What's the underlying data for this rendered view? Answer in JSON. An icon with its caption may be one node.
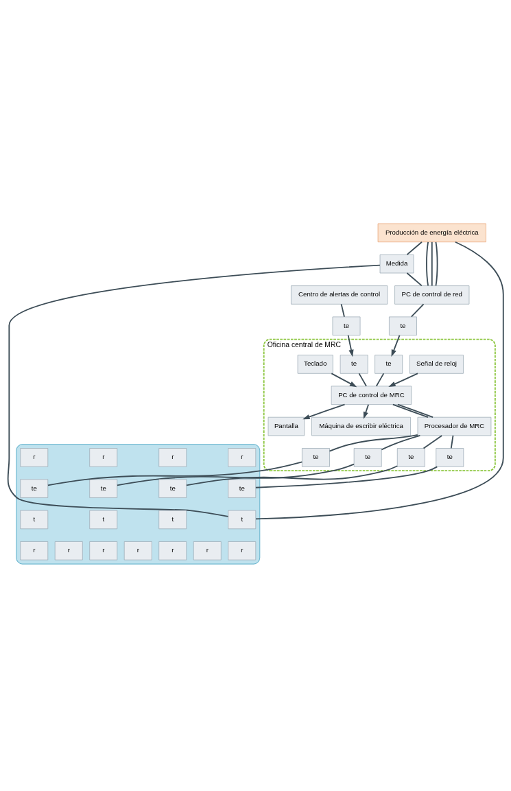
{
  "diagram": {
    "nodes": [
      {
        "text": [
          "Producción de energía eléctrica"
        ]
      },
      {
        "text": [
          "Medida"
        ]
      },
      {
        "text": [
          "PC de control de red"
        ]
      },
      {
        "text": [
          "Centro de alertas de control"
        ]
      },
      {
        "text": [
          "te"
        ]
      },
      {
        "text": [
          "te"
        ]
      },
      {
        "text": [
          "Oficina central de MRC"
        ]
      },
      {
        "text": [
          "Señal de reloj"
        ],
        "in": 6
      },
      {
        "text": [
          "te"
        ],
        "in": 6
      },
      {
        "text": [
          "te"
        ],
        "in": 6
      },
      {
        "text": [
          "Teclado"
        ],
        "in": 6
      },
      {
        "text": [
          "PC de control de MRC"
        ],
        "in": 6
      },
      {
        "text": [
          "Pantalla"
        ],
        "in": 6
      },
      {
        "text": [
          "Máquina de escribir eléctrica"
        ],
        "in": 6
      },
      {
        "text": [
          "Procesador de MRC"
        ],
        "in": 6
      },
      {
        "text": [
          "te"
        ],
        "in": 6
      },
      {
        "text": [
          "te"
        ],
        "in": 6
      },
      {
        "text": [
          "te"
        ],
        "in": 6
      },
      {
        "text": [
          "te"
        ],
        "in": 6
      },
      {
        "text": [],
        "shape": "cloud"
      },
      {
        "text": [
          "te"
        ],
        "in": 19
      },
      {
        "text": [
          "t"
        ],
        "in": 19
      },
      {
        "text": [
          "te"
        ],
        "in": 19
      },
      {
        "text": [
          "t"
        ],
        "in": 19
      },
      {
        "text": [
          "te"
        ],
        "in": 19
      },
      {
        "text": [
          "t"
        ],
        "in": 19
      },
      {
        "text": [
          "te"
        ],
        "in": 19
      },
      {
        "text": [
          "t"
        ],
        "in": 19
      },
      {
        "text": [
          "r"
        ],
        "in": 19
      },
      {
        "text": [
          "r"
        ],
        "in": 19
      },
      {
        "text": [
          "r"
        ],
        "in": 19
      },
      {
        "text": [
          "r"
        ],
        "in": 19
      },
      {
        "text": [
          "r"
        ],
        "in": 19
      },
      {
        "text": [
          "r"
        ],
        "in": 19
      },
      {
        "text": [
          "r"
        ],
        "in": 19
      },
      {
        "text": [
          "r"
        ],
        "in": 19
      },
      {
        "text": [
          "r"
        ],
        "in": 19
      },
      {
        "text": [
          "r"
        ],
        "in": 19
      },
      {
        "text": [
          "r"
        ],
        "in": 19
      }
    ],
    "edges": [
      {
        "from": 0,
        "to": 2,
        "arrow": "none"
      },
      {
        "from": 0,
        "to": 2,
        "arrow": "none"
      },
      {
        "from": 0,
        "to": 2,
        "arrow": "none"
      },
      {
        "from": 0,
        "to": 21,
        "arrow": "none"
      },
      {
        "from": 0,
        "to": 1,
        "arrow": "none"
      },
      {
        "from": 1,
        "to": 21,
        "arrow": "none"
      },
      {
        "from": 1,
        "to": 2,
        "arrow": "none"
      },
      {
        "from": 2,
        "to": 4,
        "arrow": "none"
      },
      {
        "from": 3,
        "to": 5,
        "arrow": "none"
      },
      {
        "from": 4,
        "to": 8,
        "arrow": "to"
      },
      {
        "from": 5,
        "to": 9,
        "arrow": "to"
      },
      {
        "from": 7,
        "to": 11,
        "arrow": "to"
      },
      {
        "from": 10,
        "to": 11,
        "arrow": "to"
      },
      {
        "from": 8,
        "to": 11,
        "arrow": "none"
      },
      {
        "from": 9,
        "to": 11,
        "arrow": "none"
      },
      {
        "from": 11,
        "to": 12,
        "arrow": "to"
      },
      {
        "from": 11,
        "to": 13,
        "arrow": "to"
      },
      {
        "from": 11,
        "to": 14,
        "arrow": "none"
      },
      {
        "from": 11,
        "to": 14,
        "arrow": "none"
      },
      {
        "from": 14,
        "to": 15,
        "arrow": "none"
      },
      {
        "from": 14,
        "to": 16,
        "arrow": "none"
      },
      {
        "from": 14,
        "to": 17,
        "arrow": "none"
      },
      {
        "from": 14,
        "to": 18,
        "arrow": "none"
      },
      {
        "from": 15,
        "to": 20,
        "arrow": "none"
      },
      {
        "from": 16,
        "to": 22,
        "arrow": "none"
      },
      {
        "from": 17,
        "to": 24,
        "arrow": "none"
      },
      {
        "from": 18,
        "to": 26,
        "arrow": "none"
      }
    ]
  }
}
